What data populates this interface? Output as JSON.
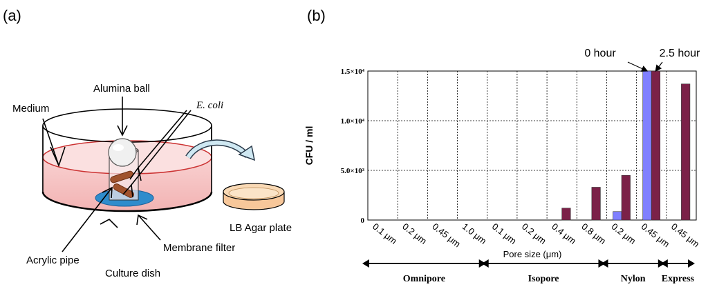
{
  "panel_a": {
    "panel_label": "(a)",
    "labels": {
      "medium": "Medium",
      "alumina_ball": "Alumina ball",
      "ecoli": "E. coli",
      "lb_agar_plate": "LB Agar plate",
      "membrane_filter": "Membrane filter",
      "acrylic_pipe": "Acrylic pipe",
      "culture_dish": "Culture dish"
    }
  },
  "panel_b": {
    "panel_label": "(b)"
  },
  "chart_data": {
    "type": "bar",
    "ylabel": "CFU / ml",
    "ylim": [
      0,
      15000
    ],
    "y_ticks": [
      {
        "value": 0,
        "label": "0"
      },
      {
        "value": 5000,
        "label": "5.0×10³"
      },
      {
        "value": 10000,
        "label": "1.0×10⁴"
      },
      {
        "value": 15000,
        "label": "1.5×10⁴"
      }
    ],
    "grid": true,
    "categories": [
      "0.1 μm",
      "0.2 μm",
      "0.45 μm",
      "1.0 μm",
      "0.1 μm",
      "0.2 μm",
      "0.4 μm",
      "0.8 μm",
      "0.2 μm",
      "0.45 μm",
      "0.45 μm"
    ],
    "series": [
      {
        "name": "0 hour",
        "color": "#8080ff",
        "values": [
          0,
          0,
          0,
          0,
          0,
          0,
          0,
          0,
          850,
          15000,
          0
        ]
      },
      {
        "name": "2.5 hour",
        "color": "#7b2148",
        "values": [
          0,
          0,
          0,
          0,
          0,
          0,
          1200,
          3300,
          4500,
          15000,
          13700
        ]
      }
    ],
    "series_annotations": [
      "0 hour",
      "2.5 hour"
    ],
    "xlabel": "Pore size (μm)",
    "groups": [
      {
        "name": "Omnipore",
        "start": 0,
        "end": 3
      },
      {
        "name": "Isopore",
        "start": 4,
        "end": 7
      },
      {
        "name": "Nylon",
        "start": 8,
        "end": 9
      },
      {
        "name": "Express",
        "start": 10,
        "end": 10
      }
    ]
  }
}
